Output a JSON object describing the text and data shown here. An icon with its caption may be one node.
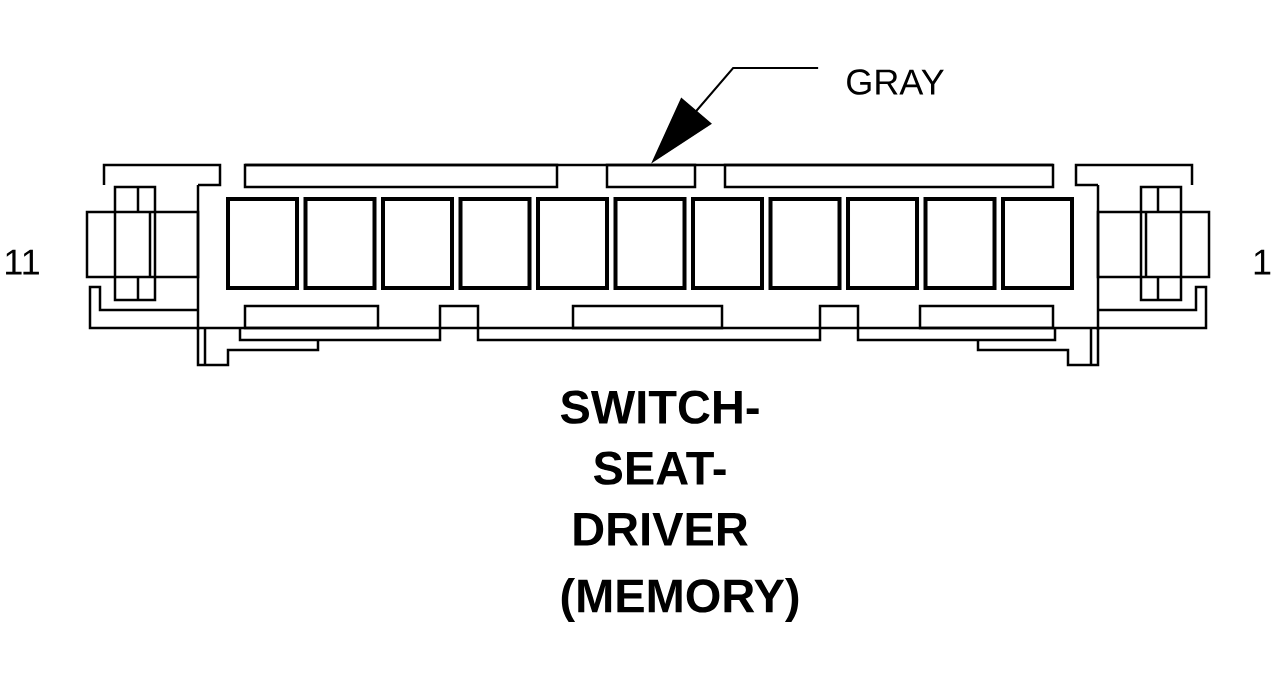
{
  "diagram": {
    "nodes": [
      {
        "text": [
          "GRAY"
        ]
      },
      {
        "text": [],
        "shape": "box"
      }
    ],
    "edges": [
      {
        "from": 0,
        "to": 1,
        "arrow": "to"
      }
    ],
    "labels": [
      "11",
      "1",
      "SWITCH- SEAT- DRIVER",
      "(MEMORY)"
    ]
  }
}
